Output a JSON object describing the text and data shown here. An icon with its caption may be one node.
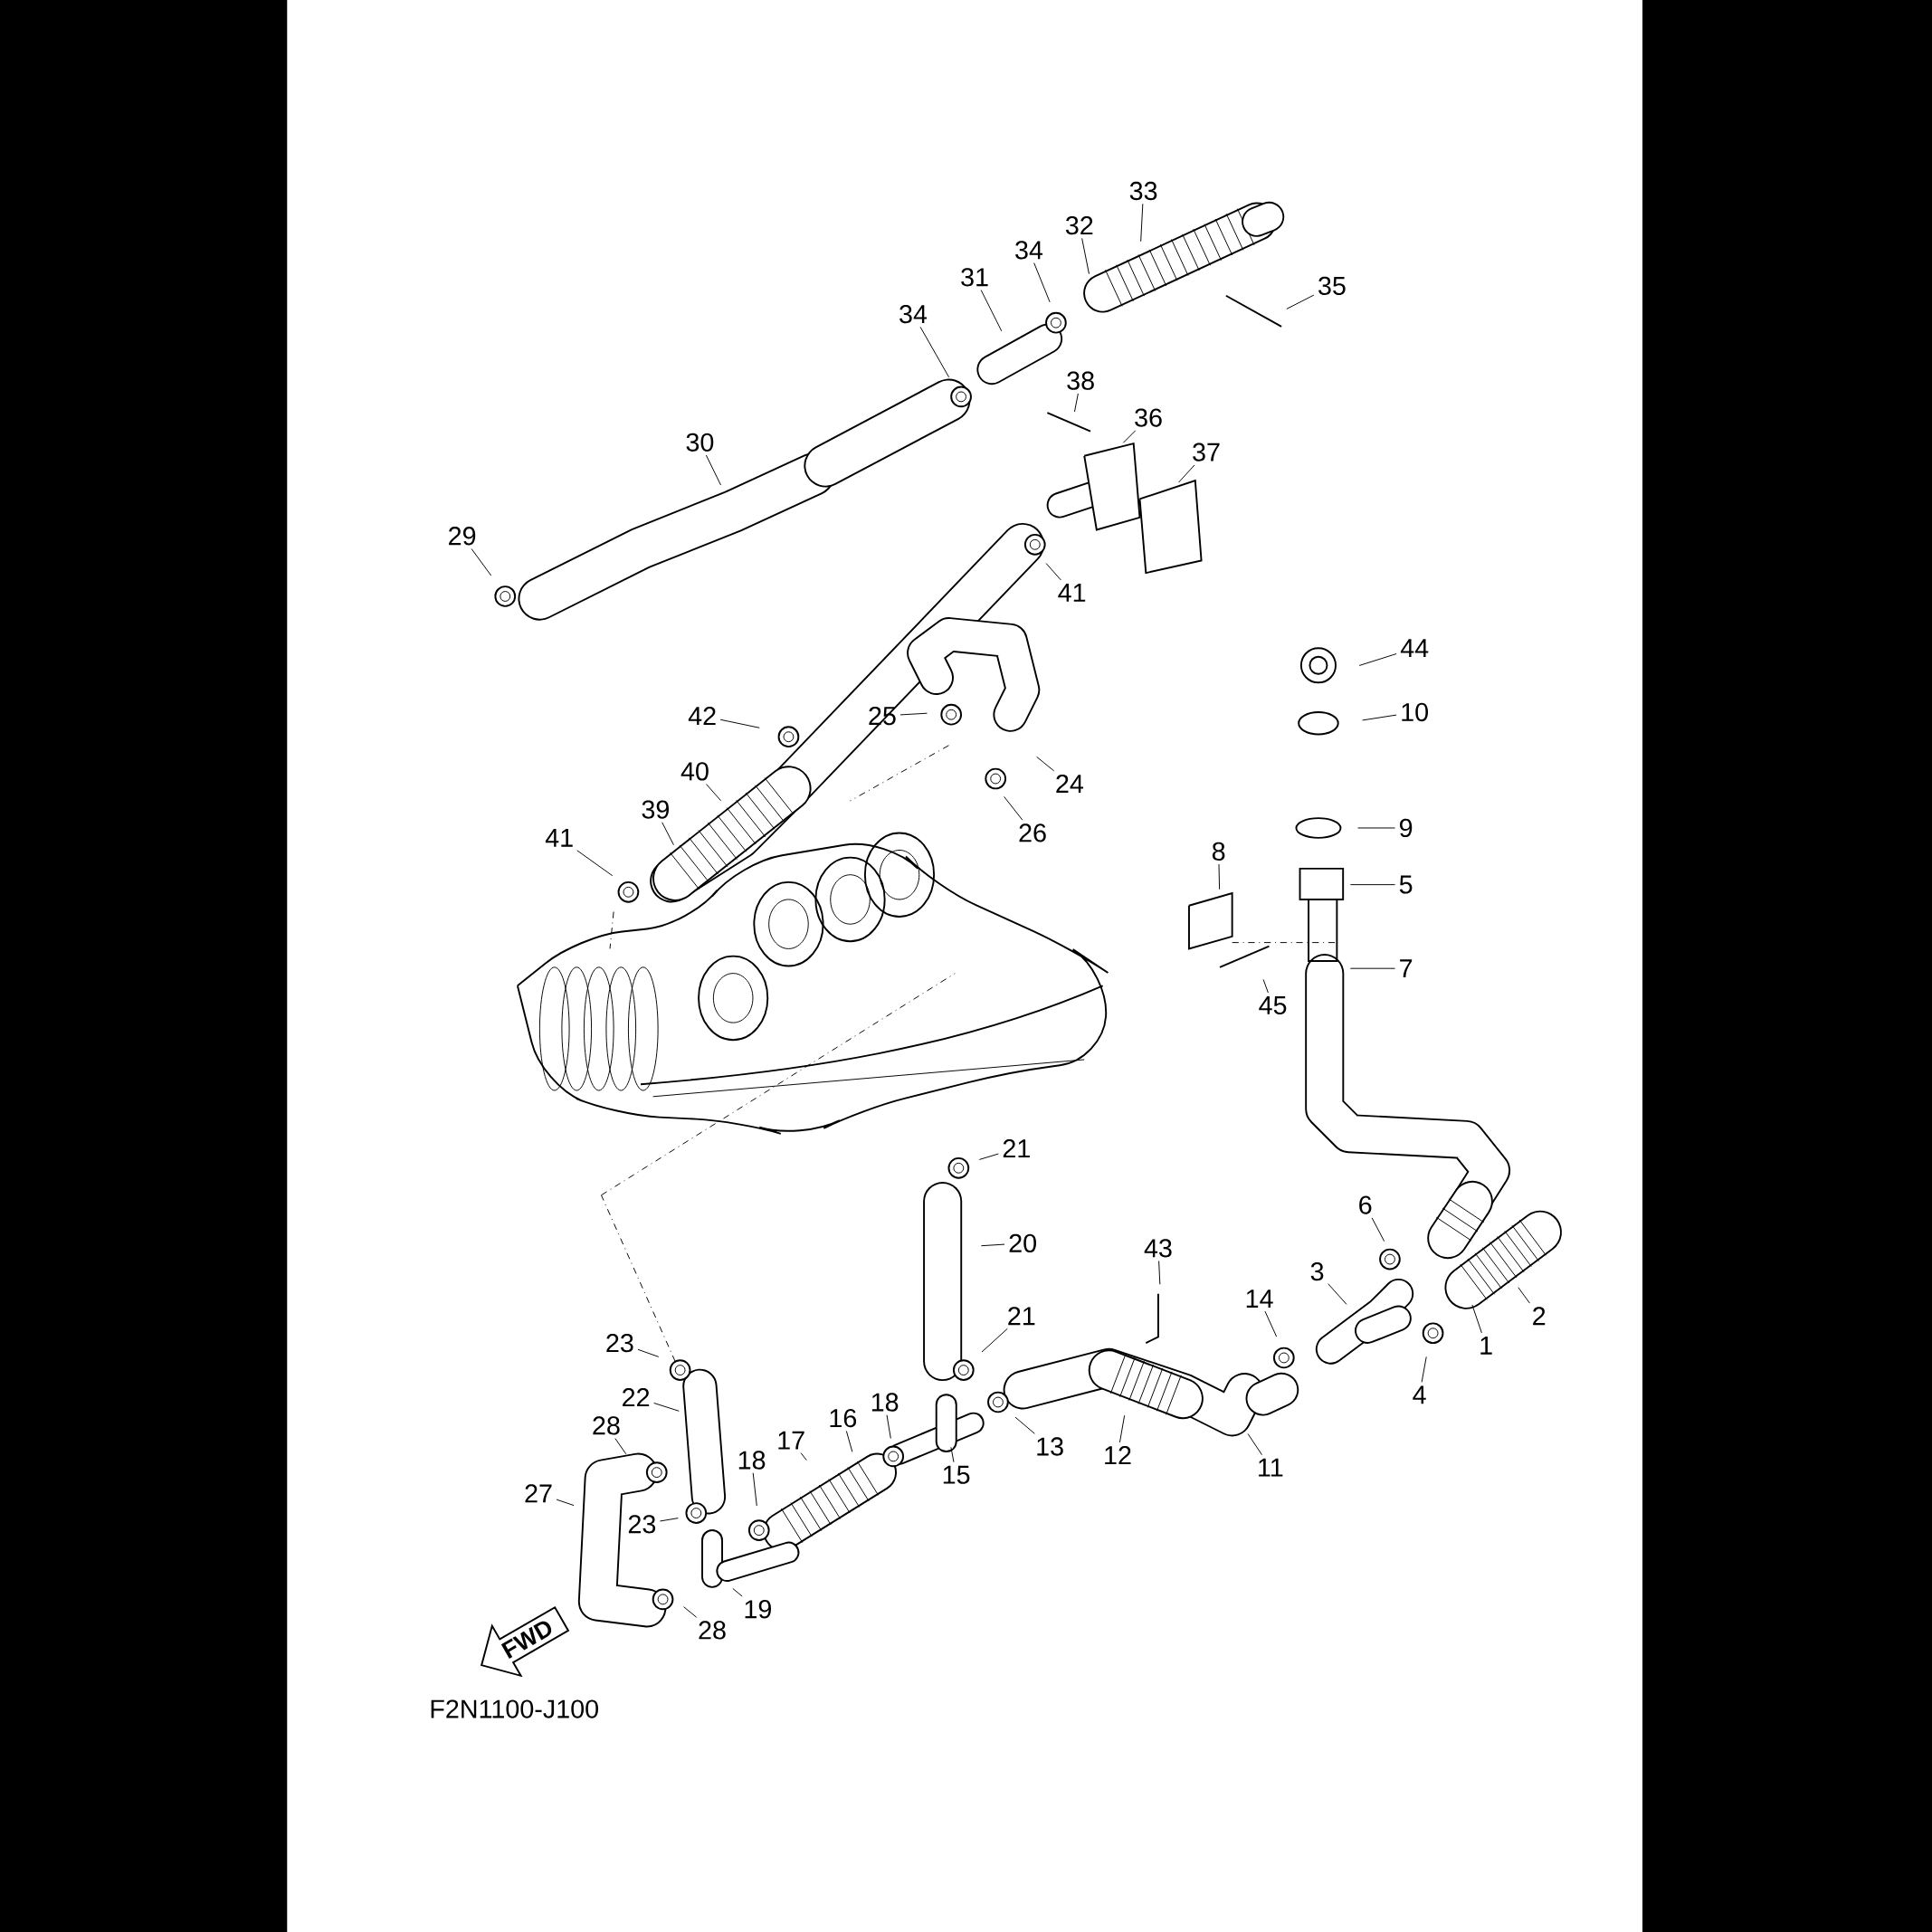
{
  "diagram": {
    "nodes": [
      {
        "text": [
          "33"
        ]
      },
      {
        "text": [
          "32"
        ]
      },
      {
        "text": [
          "34"
        ]
      },
      {
        "text": [
          "31"
        ]
      },
      {
        "text": [
          "35"
        ]
      },
      {
        "text": [
          "34"
        ]
      },
      {
        "text": [
          "38"
        ]
      },
      {
        "text": [
          "36"
        ]
      },
      {
        "text": [
          "37"
        ]
      },
      {
        "text": [
          "30"
        ]
      },
      {
        "text": [
          "29"
        ]
      },
      {
        "text": [
          "41"
        ]
      },
      {
        "text": [
          "44"
        ]
      },
      {
        "text": [
          "10"
        ]
      },
      {
        "text": [
          "42"
        ]
      },
      {
        "text": [
          "25"
        ]
      },
      {
        "text": [
          "40"
        ]
      },
      {
        "text": [
          "24"
        ]
      },
      {
        "text": [
          "26"
        ]
      },
      {
        "text": [
          "39"
        ]
      },
      {
        "text": [
          "9"
        ]
      },
      {
        "text": [
          "41"
        ]
      },
      {
        "text": [
          "8"
        ]
      },
      {
        "text": [
          "5"
        ]
      },
      {
        "text": [
          "7"
        ]
      },
      {
        "text": [
          "45"
        ]
      },
      {
        "text": [
          "21"
        ]
      },
      {
        "text": [
          "20"
        ]
      },
      {
        "text": [
          "43"
        ]
      },
      {
        "text": [
          "6"
        ]
      },
      {
        "text": [
          "3"
        ]
      },
      {
        "text": [
          "14"
        ]
      },
      {
        "text": [
          "2"
        ]
      },
      {
        "text": [
          "1"
        ]
      },
      {
        "text": [
          "4"
        ]
      },
      {
        "text": [
          "23"
        ]
      },
      {
        "text": [
          "21"
        ]
      },
      {
        "text": [
          "22"
        ]
      },
      {
        "text": [
          "18"
        ]
      },
      {
        "text": [
          "16"
        ]
      },
      {
        "text": [
          "13"
        ]
      },
      {
        "text": [
          "12"
        ]
      },
      {
        "text": [
          "11"
        ]
      },
      {
        "text": [
          "28"
        ]
      },
      {
        "text": [
          "17"
        ]
      },
      {
        "text": [
          "15"
        ]
      },
      {
        "text": [
          "18"
        ]
      },
      {
        "text": [
          "27"
        ]
      },
      {
        "text": [
          "23"
        ]
      },
      {
        "text": [
          "19"
        ]
      },
      {
        "text": [
          "28"
        ]
      },
      {
        "text": [
          "FWD"
        ]
      }
    ],
    "edges": [
      {
        "from": 0,
        "to": null,
        "arrow": "none"
      },
      {
        "from": 1,
        "to": null,
        "arrow": "none"
      },
      {
        "from": 2,
        "to": null,
        "arrow": "none"
      },
      {
        "from": 3,
        "to": null,
        "arrow": "none"
      },
      {
        "from": 4,
        "to": null,
        "arrow": "none"
      },
      {
        "from": 5,
        "to": null,
        "arrow": "none"
      },
      {
        "from": 6,
        "to": null,
        "arrow": "none"
      },
      {
        "from": 7,
        "to": null,
        "arrow": "none"
      },
      {
        "from": 8,
        "to": null,
        "arrow": "none"
      },
      {
        "from": 9,
        "to": null,
        "arrow": "none"
      },
      {
        "from": 10,
        "to": null,
        "arrow": "none"
      },
      {
        "from": 11,
        "to": null,
        "arrow": "none"
      },
      {
        "from": 12,
        "to": null,
        "arrow": "none"
      },
      {
        "from": 13,
        "to": null,
        "arrow": "none"
      },
      {
        "from": 14,
        "to": null,
        "arrow": "none"
      },
      {
        "from": 15,
        "to": null,
        "arrow": "none"
      },
      {
        "from": 16,
        "to": null,
        "arrow": "none"
      },
      {
        "from": 17,
        "to": null,
        "arrow": "none"
      },
      {
        "from": 18,
        "to": null,
        "arrow": "none"
      },
      {
        "from": 19,
        "to": null,
        "arrow": "none"
      },
      {
        "from": 20,
        "to": null,
        "arrow": "none"
      },
      {
        "from": 21,
        "to": null,
        "arrow": "none"
      },
      {
        "from": 22,
        "to": null,
        "arrow": "none"
      },
      {
        "from": 23,
        "to": null,
        "arrow": "none"
      },
      {
        "from": 24,
        "to": null,
        "arrow": "none"
      },
      {
        "from": 25,
        "to": null,
        "arrow": "none"
      },
      {
        "from": 26,
        "to": null,
        "arrow": "none"
      },
      {
        "from": 27,
        "to": null,
        "arrow": "none"
      },
      {
        "from": 28,
        "to": null,
        "arrow": "none"
      },
      {
        "from": 29,
        "to": null,
        "arrow": "none"
      },
      {
        "from": 30,
        "to": null,
        "arrow": "none"
      },
      {
        "from": 31,
        "to": null,
        "arrow": "none"
      },
      {
        "from": 32,
        "to": null,
        "arrow": "none"
      },
      {
        "from": 33,
        "to": null,
        "arrow": "none"
      },
      {
        "from": 34,
        "to": null,
        "arrow": "none"
      },
      {
        "from": 35,
        "to": null,
        "arrow": "none"
      },
      {
        "from": 36,
        "to": null,
        "arrow": "none"
      },
      {
        "from": 37,
        "to": null,
        "arrow": "none"
      },
      {
        "from": 38,
        "to": null,
        "arrow": "none"
      },
      {
        "from": 39,
        "to": null,
        "arrow": "none"
      },
      {
        "from": 40,
        "to": null,
        "arrow": "none"
      },
      {
        "from": 41,
        "to": null,
        "arrow": "none"
      },
      {
        "from": 42,
        "to": null,
        "arrow": "none"
      },
      {
        "from": 43,
        "to": null,
        "arrow": "none"
      },
      {
        "from": 44,
        "to": null,
        "arrow": "none"
      },
      {
        "from": 45,
        "to": null,
        "arrow": "none"
      },
      {
        "from": 46,
        "to": null,
        "arrow": "none"
      },
      {
        "from": 47,
        "to": null,
        "arrow": "none"
      },
      {
        "from": 48,
        "to": null,
        "arrow": "none"
      },
      {
        "from": 49,
        "to": null,
        "arrow": "none"
      },
      {
        "from": 50,
        "to": null,
        "arrow": "none"
      }
    ],
    "labels": [
      "F2N1100-J100"
    ]
  }
}
